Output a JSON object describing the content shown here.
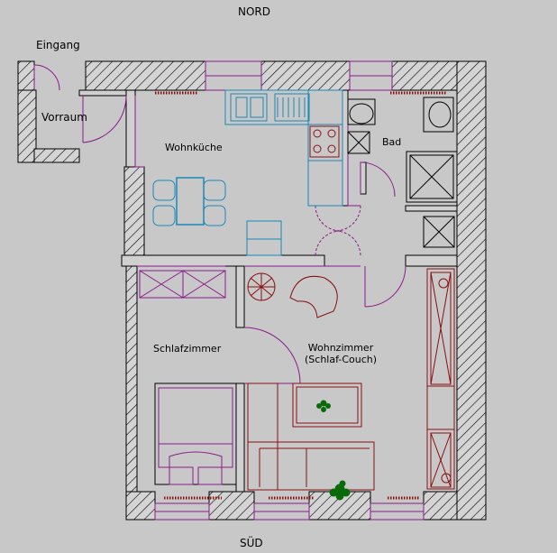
{
  "compass": {
    "north": "NORD",
    "south": "SÜD"
  },
  "rooms": {
    "entrance": "Eingang",
    "vestibule": "Vorraum",
    "kitchen_living": "Wohnküche",
    "bathroom": "Bad",
    "bedroom": "Schlafzimmer",
    "living_line1": "Wohnzimmer",
    "living_line2": "(Schlaf-Couch)"
  },
  "colors": {
    "background": "#c8c8c8",
    "wall": "#000000",
    "door": "#8a1a8a",
    "fixture": "#1a88b8",
    "furniture": "#8a1010",
    "plant": "#0a6a0a"
  }
}
